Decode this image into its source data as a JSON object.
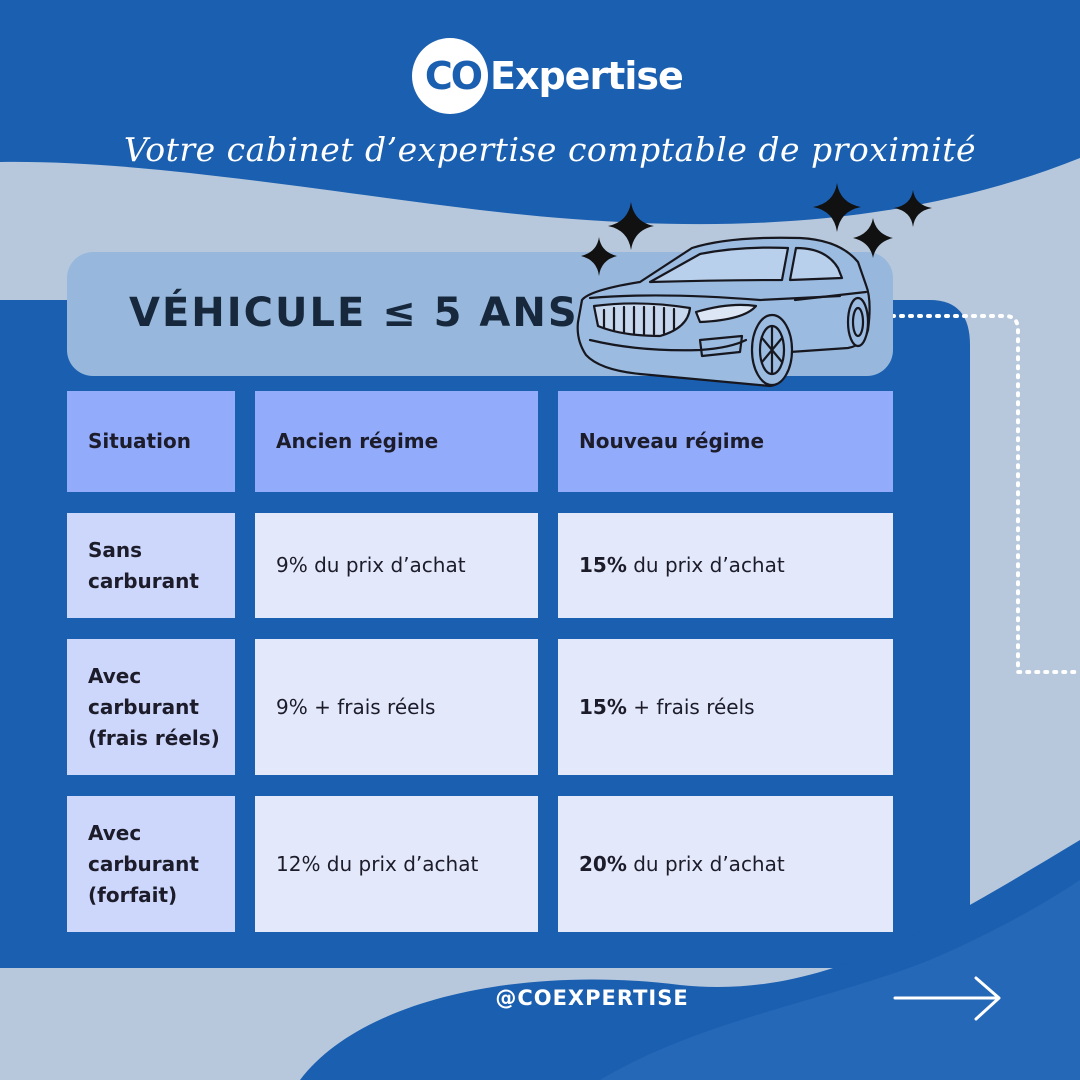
{
  "brand": {
    "logo_co": "CO",
    "logo_expertise": "Expertise",
    "tagline": "Votre cabinet d’expertise comptable de proximité"
  },
  "title": "VÉHICULE ≤ 5 ANS",
  "table": {
    "headers": [
      "Situation",
      "Ancien régime",
      "Nouveau régime"
    ],
    "rows": [
      {
        "situation": [
          "Sans",
          "carburant"
        ],
        "ancien": "9% du prix d’achat",
        "nouveau_bold": "15%",
        "nouveau_rest": " du prix d’achat"
      },
      {
        "situation": [
          "Avec",
          "carburant",
          "(frais réels)"
        ],
        "ancien": "9% + frais réels",
        "nouveau_bold": "15%",
        "nouveau_rest": " + frais réels"
      },
      {
        "situation": [
          "Avec",
          "carburant",
          "(forfait)"
        ],
        "ancien": "12% du prix d’achat",
        "nouveau_bold": "20%",
        "nouveau_rest": " du prix d’achat"
      }
    ]
  },
  "footer": {
    "handle": "@COEXPERTISE"
  },
  "colors": {
    "primary_blue": "#1b5fb0",
    "background": "#b7c8dc",
    "header_cell": "#93abfb",
    "situation_cell": "#cdd6fb",
    "value_cell": "#e3e8fa"
  },
  "icons": [
    "sparkle-icon",
    "car-illustration",
    "arrow-right-icon"
  ]
}
